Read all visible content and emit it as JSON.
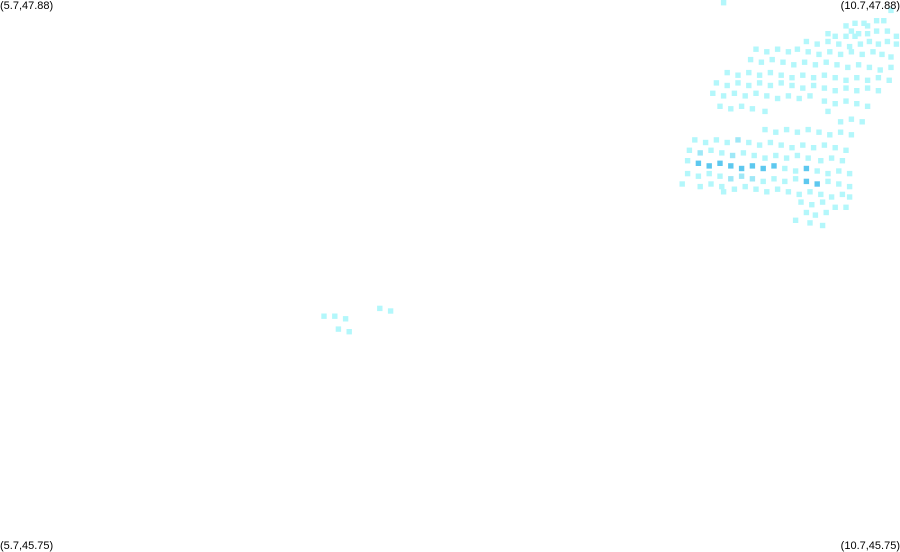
{
  "corner_labels": {
    "top_left": "(5.7,47.88)",
    "top_right": "(10.7,47.88)",
    "bottom_left": "(5.7,45.75)",
    "bottom_right": "(10.7,45.75)"
  },
  "extent": {
    "lon_min": 5.7,
    "lon_max": 10.7,
    "lat_min": 45.75,
    "lat_max": 47.88
  },
  "colors": {
    "background": "#ffffff",
    "low": "#b3f7fb",
    "medium": "#9fe8f7",
    "high": "#5dc8ef"
  },
  "cell_size_deg": 0.03,
  "cells": [
    [
      9.72,
      47.87,
      "low"
    ],
    [
      10.65,
      47.84,
      "low"
    ],
    [
      10.57,
      47.8,
      "low"
    ],
    [
      10.61,
      47.8,
      "low"
    ],
    [
      10.5,
      47.79,
      "low"
    ],
    [
      10.4,
      47.78,
      "low"
    ],
    [
      10.45,
      47.79,
      "low"
    ],
    [
      10.47,
      47.75,
      "low"
    ],
    [
      10.52,
      47.75,
      "low"
    ],
    [
      10.57,
      47.76,
      "low"
    ],
    [
      10.63,
      47.76,
      "low"
    ],
    [
      10.68,
      47.74,
      "low"
    ],
    [
      10.52,
      47.78,
      "low"
    ],
    [
      10.43,
      47.76,
      "low"
    ],
    [
      10.3,
      47.75,
      "low"
    ],
    [
      10.34,
      47.74,
      "low"
    ],
    [
      10.4,
      47.74,
      "low"
    ],
    [
      10.45,
      47.74,
      "low"
    ],
    [
      10.18,
      47.72,
      "low"
    ],
    [
      10.24,
      47.71,
      "low"
    ],
    [
      10.3,
      47.72,
      "low"
    ],
    [
      10.36,
      47.71,
      "low"
    ],
    [
      10.42,
      47.7,
      "low"
    ],
    [
      10.48,
      47.71,
      "low"
    ],
    [
      10.53,
      47.72,
      "low"
    ],
    [
      10.58,
      47.71,
      "low"
    ],
    [
      10.63,
      47.72,
      "low"
    ],
    [
      10.68,
      47.71,
      "low"
    ],
    [
      9.9,
      47.69,
      "low"
    ],
    [
      9.96,
      47.68,
      "low"
    ],
    [
      10.02,
      47.69,
      "low"
    ],
    [
      10.08,
      47.68,
      "low"
    ],
    [
      10.13,
      47.69,
      "low"
    ],
    [
      10.19,
      47.68,
      "low"
    ],
    [
      10.25,
      47.67,
      "low"
    ],
    [
      10.31,
      47.68,
      "low"
    ],
    [
      10.37,
      47.67,
      "low"
    ],
    [
      10.43,
      47.68,
      "low"
    ],
    [
      10.49,
      47.67,
      "low"
    ],
    [
      10.55,
      47.68,
      "low"
    ],
    [
      10.6,
      47.67,
      "low"
    ],
    [
      10.65,
      47.66,
      "low"
    ],
    [
      9.87,
      47.65,
      "low"
    ],
    [
      9.93,
      47.64,
      "low"
    ],
    [
      9.99,
      47.65,
      "low"
    ],
    [
      10.05,
      47.64,
      "low"
    ],
    [
      10.11,
      47.63,
      "low"
    ],
    [
      10.17,
      47.64,
      "low"
    ],
    [
      10.23,
      47.63,
      "low"
    ],
    [
      10.29,
      47.64,
      "low"
    ],
    [
      10.35,
      47.63,
      "low"
    ],
    [
      10.41,
      47.62,
      "low"
    ],
    [
      10.47,
      47.63,
      "low"
    ],
    [
      10.53,
      47.62,
      "low"
    ],
    [
      10.59,
      47.61,
      "low"
    ],
    [
      10.65,
      47.62,
      "low"
    ],
    [
      9.74,
      47.6,
      "low"
    ],
    [
      9.8,
      47.59,
      "low"
    ],
    [
      9.86,
      47.6,
      "low"
    ],
    [
      9.92,
      47.59,
      "low"
    ],
    [
      9.98,
      47.6,
      "low"
    ],
    [
      10.04,
      47.59,
      "low"
    ],
    [
      10.1,
      47.58,
      "low"
    ],
    [
      10.16,
      47.59,
      "low"
    ],
    [
      10.22,
      47.58,
      "low"
    ],
    [
      10.28,
      47.59,
      "low"
    ],
    [
      10.34,
      47.58,
      "low"
    ],
    [
      10.4,
      47.57,
      "low"
    ],
    [
      10.46,
      47.58,
      "low"
    ],
    [
      10.52,
      47.57,
      "low"
    ],
    [
      10.58,
      47.58,
      "low"
    ],
    [
      10.64,
      47.57,
      "low"
    ],
    [
      9.68,
      47.56,
      "low"
    ],
    [
      9.74,
      47.55,
      "low"
    ],
    [
      9.8,
      47.56,
      "low"
    ],
    [
      9.86,
      47.55,
      "low"
    ],
    [
      9.92,
      47.56,
      "low"
    ],
    [
      9.98,
      47.55,
      "low"
    ],
    [
      10.04,
      47.56,
      "low"
    ],
    [
      10.1,
      47.55,
      "low"
    ],
    [
      10.16,
      47.54,
      "low"
    ],
    [
      10.22,
      47.55,
      "low"
    ],
    [
      10.28,
      47.54,
      "low"
    ],
    [
      10.34,
      47.53,
      "low"
    ],
    [
      10.4,
      47.54,
      "low"
    ],
    [
      10.46,
      47.53,
      "low"
    ],
    [
      10.52,
      47.54,
      "low"
    ],
    [
      10.58,
      47.53,
      "low"
    ],
    [
      9.66,
      47.52,
      "low"
    ],
    [
      9.72,
      47.51,
      "low"
    ],
    [
      9.78,
      47.52,
      "low"
    ],
    [
      9.84,
      47.51,
      "low"
    ],
    [
      9.9,
      47.52,
      "low"
    ],
    [
      9.96,
      47.51,
      "low"
    ],
    [
      10.02,
      47.5,
      "low"
    ],
    [
      10.08,
      47.51,
      "low"
    ],
    [
      10.14,
      47.5,
      "low"
    ],
    [
      10.2,
      47.51,
      "low"
    ],
    [
      10.28,
      47.49,
      "low"
    ],
    [
      10.34,
      47.48,
      "low"
    ],
    [
      10.4,
      47.49,
      "low"
    ],
    [
      10.46,
      47.48,
      "low"
    ],
    [
      10.52,
      47.47,
      "low"
    ],
    [
      9.7,
      47.47,
      "low"
    ],
    [
      9.76,
      47.46,
      "low"
    ],
    [
      9.82,
      47.47,
      "low"
    ],
    [
      9.88,
      47.46,
      "low"
    ],
    [
      9.95,
      47.45,
      "low"
    ],
    [
      10.3,
      47.45,
      "low"
    ],
    [
      10.37,
      47.41,
      "low"
    ],
    [
      10.43,
      47.42,
      "low"
    ],
    [
      10.49,
      47.41,
      "low"
    ],
    [
      9.95,
      47.38,
      "low"
    ],
    [
      10.01,
      47.37,
      "low"
    ],
    [
      10.07,
      47.38,
      "low"
    ],
    [
      10.13,
      47.37,
      "low"
    ],
    [
      10.19,
      47.38,
      "low"
    ],
    [
      10.25,
      47.37,
      "low"
    ],
    [
      10.31,
      47.36,
      "low"
    ],
    [
      10.37,
      47.37,
      "low"
    ],
    [
      10.43,
      47.36,
      "low"
    ],
    [
      9.56,
      47.34,
      "low"
    ],
    [
      9.62,
      47.33,
      "low"
    ],
    [
      9.68,
      47.34,
      "low"
    ],
    [
      9.74,
      47.33,
      "low"
    ],
    [
      9.8,
      47.34,
      "medium"
    ],
    [
      9.86,
      47.33,
      "low"
    ],
    [
      9.92,
      47.32,
      "low"
    ],
    [
      9.98,
      47.33,
      "low"
    ],
    [
      10.04,
      47.32,
      "low"
    ],
    [
      10.1,
      47.31,
      "low"
    ],
    [
      10.16,
      47.32,
      "low"
    ],
    [
      10.22,
      47.31,
      "low"
    ],
    [
      10.28,
      47.32,
      "low"
    ],
    [
      10.34,
      47.31,
      "low"
    ],
    [
      10.4,
      47.3,
      "low"
    ],
    [
      9.53,
      47.3,
      "low"
    ],
    [
      9.59,
      47.29,
      "medium"
    ],
    [
      9.65,
      47.3,
      "low"
    ],
    [
      9.71,
      47.29,
      "low"
    ],
    [
      9.77,
      47.28,
      "medium"
    ],
    [
      9.83,
      47.29,
      "low"
    ],
    [
      9.89,
      47.28,
      "low"
    ],
    [
      9.95,
      47.27,
      "low"
    ],
    [
      10.01,
      47.28,
      "low"
    ],
    [
      10.07,
      47.27,
      "low"
    ],
    [
      10.13,
      47.28,
      "low"
    ],
    [
      10.19,
      47.27,
      "low"
    ],
    [
      10.26,
      47.26,
      "low"
    ],
    [
      10.32,
      47.27,
      "low"
    ],
    [
      10.38,
      47.26,
      "low"
    ],
    [
      9.52,
      47.26,
      "low"
    ],
    [
      9.58,
      47.25,
      "high"
    ],
    [
      9.64,
      47.24,
      "high"
    ],
    [
      9.7,
      47.25,
      "high"
    ],
    [
      9.76,
      47.24,
      "high"
    ],
    [
      9.82,
      47.23,
      "high"
    ],
    [
      9.88,
      47.24,
      "high"
    ],
    [
      9.94,
      47.23,
      "high"
    ],
    [
      10.0,
      47.24,
      "high"
    ],
    [
      10.06,
      47.23,
      "low"
    ],
    [
      10.12,
      47.22,
      "low"
    ],
    [
      10.18,
      47.23,
      "high"
    ],
    [
      10.24,
      47.22,
      "low"
    ],
    [
      10.3,
      47.21,
      "low"
    ],
    [
      10.36,
      47.22,
      "low"
    ],
    [
      10.42,
      47.21,
      "low"
    ],
    [
      9.52,
      47.21,
      "low"
    ],
    [
      9.58,
      47.2,
      "low"
    ],
    [
      9.64,
      47.21,
      "low"
    ],
    [
      9.7,
      47.2,
      "low"
    ],
    [
      9.76,
      47.19,
      "medium"
    ],
    [
      9.82,
      47.2,
      "medium"
    ],
    [
      9.88,
      47.19,
      "medium"
    ],
    [
      9.94,
      47.18,
      "low"
    ],
    [
      10.0,
      47.19,
      "low"
    ],
    [
      10.06,
      47.18,
      "low"
    ],
    [
      10.12,
      47.19,
      "low"
    ],
    [
      10.18,
      47.18,
      "high"
    ],
    [
      10.24,
      47.17,
      "high"
    ],
    [
      10.3,
      47.18,
      "low"
    ],
    [
      10.36,
      47.17,
      "low"
    ],
    [
      10.42,
      47.16,
      "low"
    ],
    [
      9.49,
      47.17,
      "low"
    ],
    [
      9.59,
      47.16,
      "low"
    ],
    [
      9.65,
      47.17,
      "low"
    ],
    [
      9.71,
      47.16,
      "low"
    ],
    [
      9.78,
      47.15,
      "low"
    ],
    [
      9.84,
      47.16,
      "low"
    ],
    [
      9.9,
      47.15,
      "low"
    ],
    [
      9.96,
      47.14,
      "low"
    ],
    [
      10.02,
      47.15,
      "low"
    ],
    [
      10.08,
      47.14,
      "low"
    ],
    [
      10.14,
      47.13,
      "low"
    ],
    [
      10.2,
      47.14,
      "low"
    ],
    [
      10.26,
      47.13,
      "low"
    ],
    [
      10.32,
      47.12,
      "low"
    ],
    [
      10.38,
      47.13,
      "low"
    ],
    [
      10.42,
      47.12,
      "low"
    ],
    [
      9.72,
      47.14,
      "low"
    ],
    [
      10.15,
      47.1,
      "low"
    ],
    [
      10.21,
      47.09,
      "low"
    ],
    [
      10.27,
      47.1,
      "low"
    ],
    [
      10.34,
      47.08,
      "low"
    ],
    [
      10.4,
      47.08,
      "low"
    ],
    [
      10.18,
      47.06,
      "low"
    ],
    [
      10.23,
      47.05,
      "low"
    ],
    [
      10.29,
      47.06,
      "low"
    ],
    [
      10.12,
      47.03,
      "low"
    ],
    [
      10.2,
      47.02,
      "low"
    ],
    [
      10.27,
      47.01,
      "low"
    ],
    [
      7.5,
      46.66,
      "low"
    ],
    [
      7.56,
      46.66,
      "low"
    ],
    [
      7.62,
      46.65,
      "low"
    ],
    [
      7.58,
      46.61,
      "low"
    ],
    [
      7.64,
      46.6,
      "low"
    ],
    [
      7.81,
      46.69,
      "low"
    ],
    [
      7.87,
      46.68,
      "low"
    ]
  ]
}
